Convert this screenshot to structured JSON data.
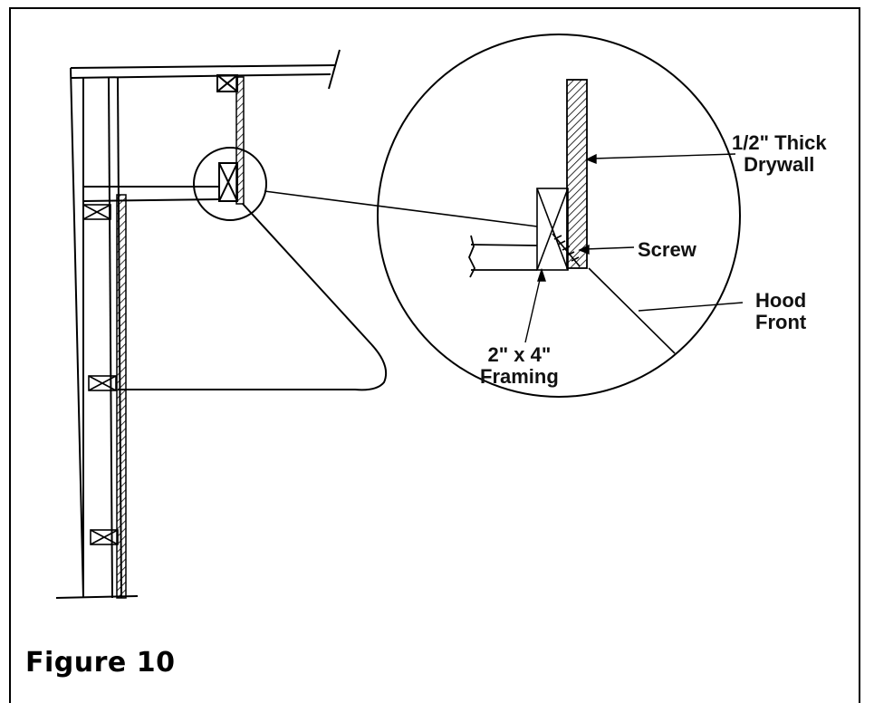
{
  "figure": {
    "caption": "Figure 10"
  },
  "labels": {
    "drywall_line1": "1/2\" Thick",
    "drywall_line2": "Drywall",
    "screw": "Screw",
    "hood_line1": "Hood",
    "hood_line2": "Front",
    "framing_line1": "2\" x 4\"",
    "framing_line2": "Framing"
  }
}
